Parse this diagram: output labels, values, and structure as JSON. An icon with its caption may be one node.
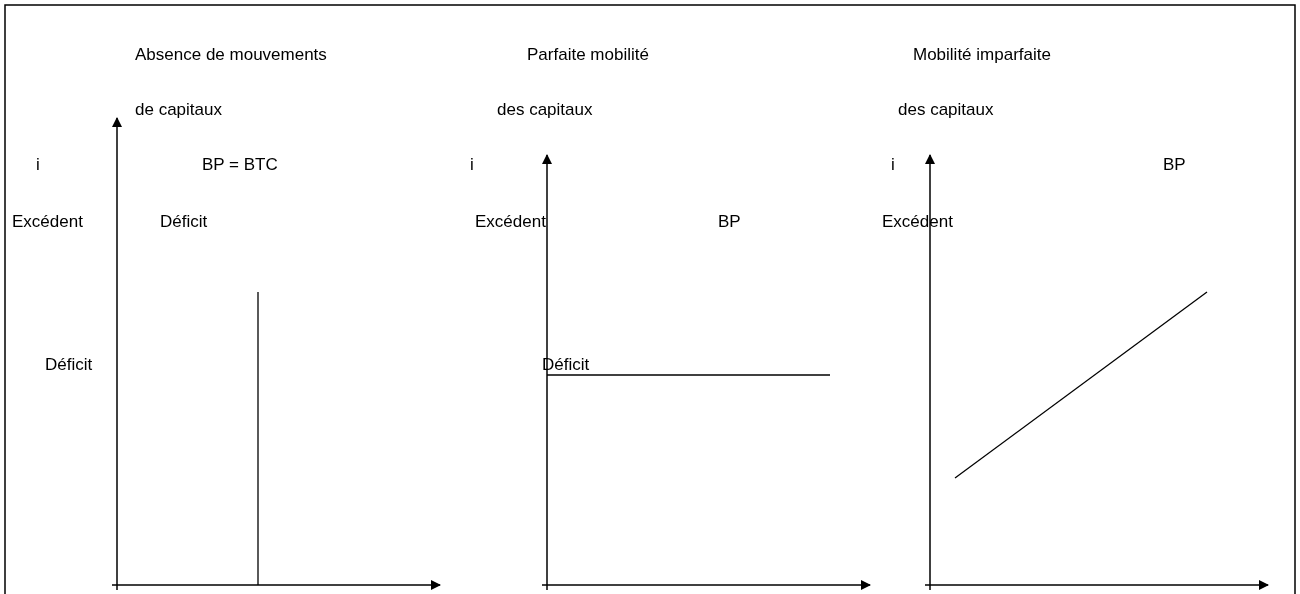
{
  "diagram": {
    "labels": [
      "Absence de mouvements",
      "Parfaite mobilité",
      "Mobilité imparfaite",
      "de capitaux",
      "des capitaux",
      "des capitaux",
      "i",
      "BP = BTC",
      "i",
      "i",
      "BP",
      "Excédent",
      "Déficit",
      "Excédent",
      "BP",
      "Excédent",
      "Déficit",
      "Déficit"
    ]
  }
}
